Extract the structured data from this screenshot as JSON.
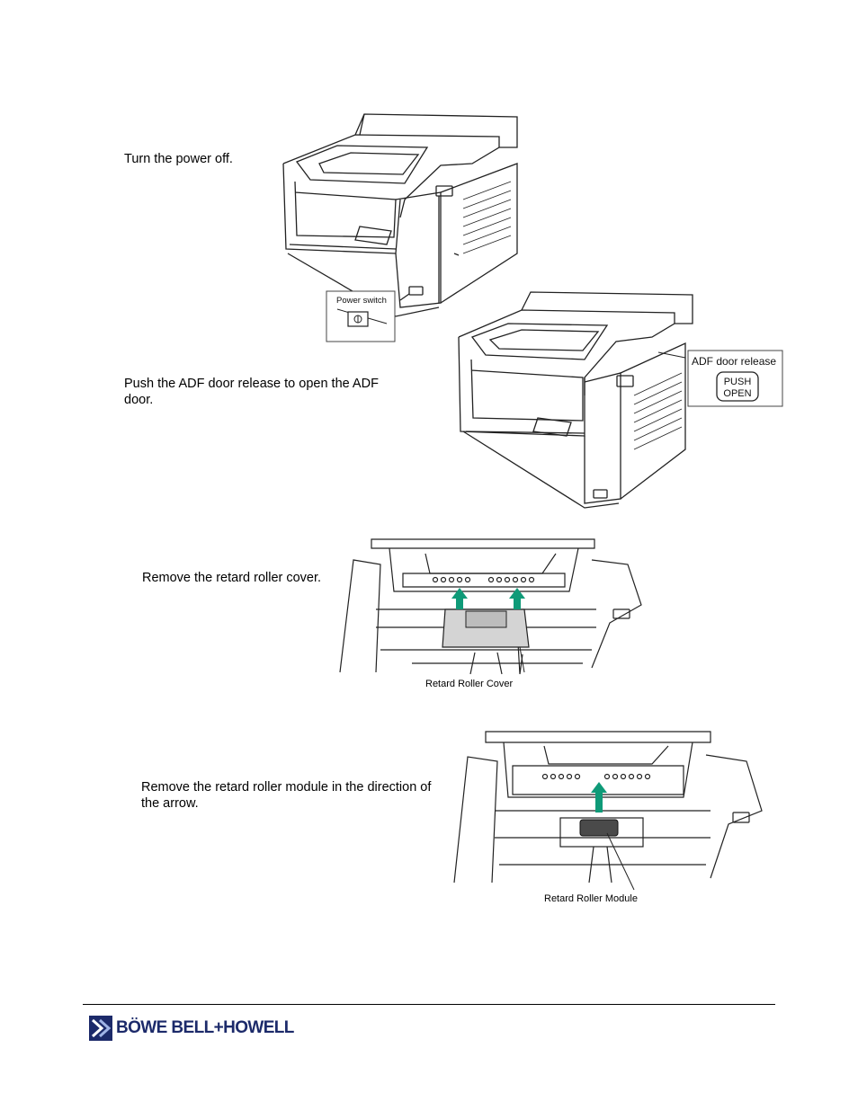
{
  "steps": [
    {
      "text": "Turn the power off."
    },
    {
      "text": "Push the ADF door release to open the ADF door."
    },
    {
      "text": "Remove the retard roller cover."
    },
    {
      "text": "Remove the retard roller module in the direction of the arrow."
    }
  ],
  "figures": {
    "power": {
      "callout": "Power switch"
    },
    "adf": {
      "callout": "ADF door release",
      "button_line1": "PUSH",
      "button_line2": "OPEN"
    },
    "cover": {
      "caption": "Retard Roller Cover"
    },
    "module": {
      "caption": "Retard Roller Module"
    }
  },
  "footer": {
    "brand": "BÖWE BELL+HOWELL",
    "brand_color": "#1c2a6a"
  },
  "colors": {
    "arrow": "#0f9a78",
    "line": "#222222",
    "cover_fill": "#d4d4d4"
  }
}
